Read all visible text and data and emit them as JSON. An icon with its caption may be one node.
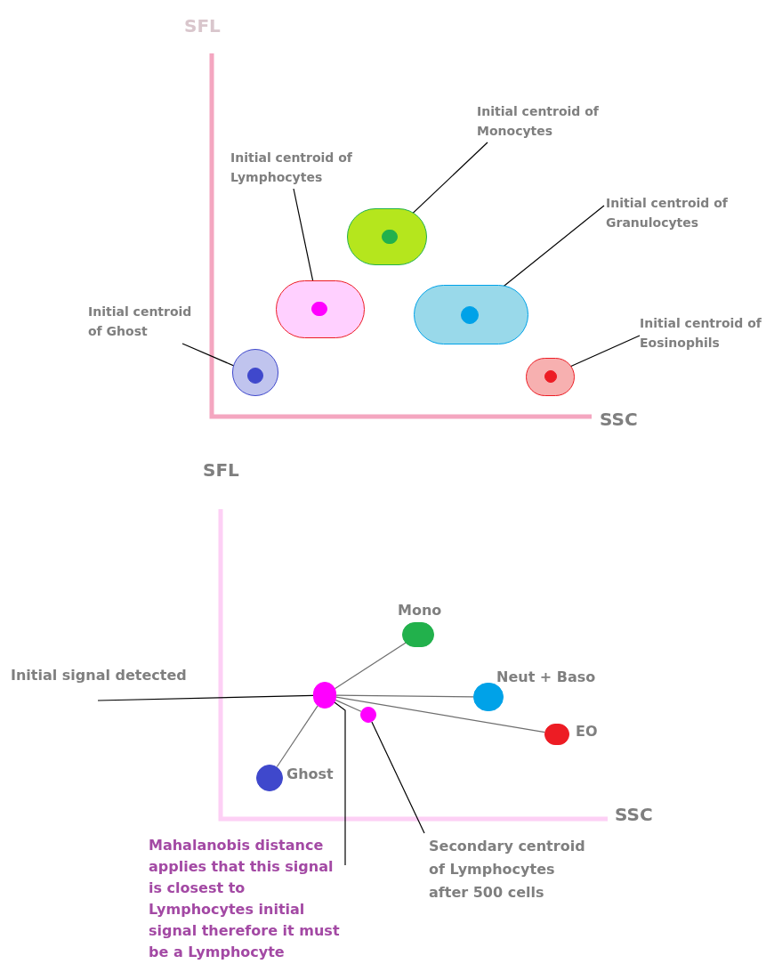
{
  "diagram": {
    "nodes": [
      {
        "text": [
          "Initial centroid of Monocytes"
        ]
      },
      {
        "text": [
          "Initial centroid of Lymphocytes"
        ]
      },
      {
        "text": [
          "Initial centroid of Granulocytes"
        ]
      },
      {
        "text": [
          "Initial centroid of Ghost"
        ]
      },
      {
        "text": [
          "Initial centroid of Eosinophils"
        ]
      },
      {
        "text": [],
        "shape": "circle"
      },
      {
        "text": [],
        "shape": "circle",
        "in": 5
      },
      {
        "text": [],
        "shape": "circle"
      },
      {
        "text": [],
        "shape": "circle",
        "in": 7
      },
      {
        "text": [],
        "shape": "circle"
      },
      {
        "text": [],
        "shape": "circle",
        "in": 9
      },
      {
        "text": [],
        "shape": "circle"
      },
      {
        "text": [],
        "shape": "circle",
        "in": 11
      },
      {
        "text": [],
        "shape": "circle"
      },
      {
        "text": [],
        "shape": "circle",
        "in": 13
      },
      {
        "text": [],
        "shape": "circle",
        "beside": [
          "Mono"
        ]
      },
      {
        "text": [],
        "shape": "circle",
        "beside": [
          "Neut + Baso"
        ]
      },
      {
        "text": [],
        "shape": "circle",
        "beside": [
          "EO"
        ]
      },
      {
        "text": [],
        "shape": "circle",
        "beside": [
          "Ghost"
        ]
      },
      {
        "text": [],
        "shape": "circle"
      },
      {
        "text": [],
        "shape": "circle"
      },
      {
        "text": [
          "Initial signal detected"
        ]
      },
      {
        "text": [
          "Mahalanobis distance applies that this signal is closest to Lymphocytes initial signal therefore it must be a Lymphocyte"
        ]
      },
      {
        "text": [
          "Secondary centroid of Lymphocytes after 500 cells"
        ]
      }
    ],
    "edges": [
      {
        "from": 0,
        "to": 6,
        "arrow": "none"
      },
      {
        "from": 1,
        "to": 8,
        "arrow": "none"
      },
      {
        "from": 2,
        "to": 10,
        "arrow": "none"
      },
      {
        "from": 3,
        "to": 12,
        "arrow": "none"
      },
      {
        "from": 4,
        "to": 14,
        "arrow": "none"
      },
      {
        "from": 19,
        "to": 15,
        "arrow": "none",
        "color": "#6e6e6e"
      },
      {
        "from": 19,
        "to": 16,
        "arrow": "none",
        "color": "#6e6e6e"
      },
      {
        "from": 19,
        "to": 17,
        "arrow": "none",
        "color": "#6e6e6e"
      },
      {
        "from": 19,
        "to": 18,
        "arrow": "none",
        "color": "#6e6e6e"
      },
      {
        "from": 19,
        "to": 20,
        "arrow": "none",
        "color": "#6e6e6e"
      },
      {
        "from": 21,
        "to": 19,
        "arrow": "none"
      },
      {
        "from": 22,
        "to": 19,
        "arrow": "none"
      },
      {
        "from": 23,
        "to": 20,
        "arrow": "none"
      }
    ],
    "labels": [
      "SFL",
      "SSC",
      "SFL",
      "SSC"
    ]
  }
}
